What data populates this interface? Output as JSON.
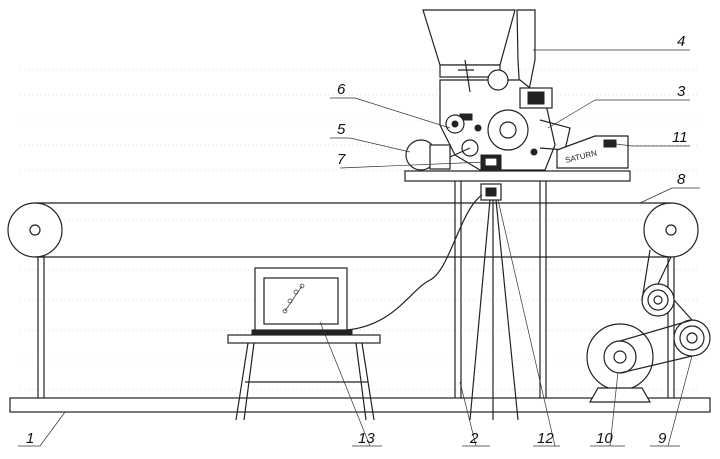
{
  "labels": {
    "l1": "1",
    "l2": "2",
    "l3": "3",
    "l4": "4",
    "l5": "5",
    "l6": "6",
    "l7": "7",
    "l8": "8",
    "l9": "9",
    "l10": "10",
    "l11": "11",
    "l12": "12",
    "l13": "13"
  },
  "device_brand": "SATURN",
  "colors": {
    "line": "#222222",
    "background": "#ffffff"
  }
}
